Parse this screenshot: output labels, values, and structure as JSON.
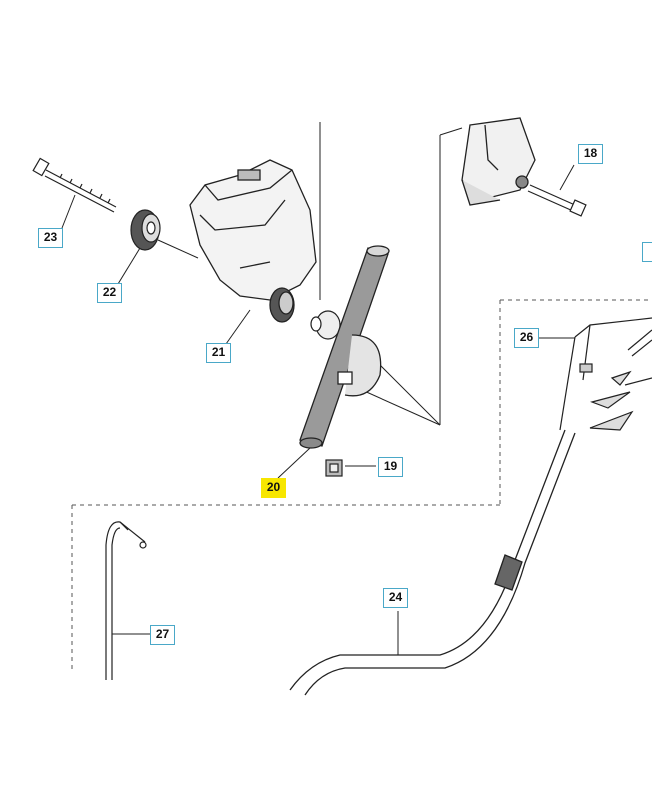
{
  "callouts": {
    "p18": "18",
    "p19": "19",
    "p20": "20",
    "p21": "21",
    "p22": "22",
    "p23": "23",
    "p24": "24",
    "p26": "26",
    "p27": "27"
  },
  "highlighted_part": "20",
  "colors": {
    "callout_border": "#4aa8c8",
    "highlight": "#f7e600",
    "line": "#222222"
  }
}
